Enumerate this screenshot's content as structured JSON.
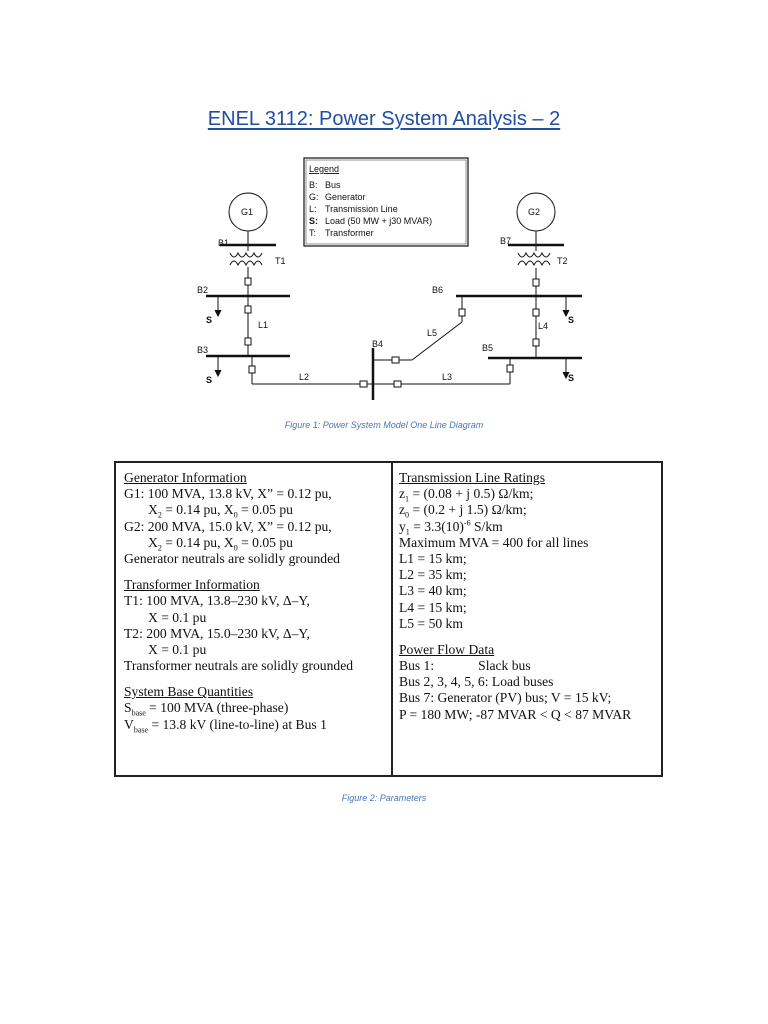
{
  "title": "ENEL 3112: Power System Analysis – 2",
  "figure1": {
    "caption": "Figure 1: Power System Model One Line Diagram",
    "legend": {
      "heading": "Legend",
      "items": [
        {
          "key": "B:",
          "text": "Bus"
        },
        {
          "key": "G:",
          "text": "Generator"
        },
        {
          "key": "L:",
          "text": "Transmission Line"
        },
        {
          "key": "S:",
          "text": "Load (50 MW + j30 MVAR)"
        },
        {
          "key": "T:",
          "text": "Transformer"
        }
      ]
    },
    "labels": {
      "g1": "G1",
      "g2": "G2",
      "b1": "B1",
      "b2": "B2",
      "b3": "B3",
      "b4": "B4",
      "b5": "B5",
      "b6": "B6",
      "b7": "B7",
      "t1": "T1",
      "t2": "T2",
      "l1": "L1",
      "l2": "L2",
      "l3": "L3",
      "l4": "L4",
      "l5": "L5",
      "s": "S"
    }
  },
  "figure2": {
    "caption": "Figure 2: Parameters",
    "gen": {
      "heading": "Generator Information",
      "g1a": "G1: 100 MVA, 13.8 kV, X” = 0.12 pu,",
      "g1b_x2": "X",
      "g1b_x2sub": "2",
      "g1b_x2val": " = 0.14 pu, X",
      "g1b_x0sub": "0",
      "g1b_x0val": " = 0.05 pu",
      "g2a": "G2: 200 MVA, 15.0 kV, X” = 0.12 pu,",
      "g2b_x2": "X",
      "g2b_x2sub": "2",
      "g2b_x2val": " = 0.14 pu, X",
      "g2b_x0sub": "0",
      "g2b_x0val": " = 0.05 pu",
      "neutral": "Generator neutrals are solidly grounded"
    },
    "xfmr": {
      "heading": "Transformer Information",
      "t1a": "T1: 100 MVA, 13.8–230 kV, Δ–Y,",
      "t1b": "X = 0.1 pu",
      "t2a": "T2: 200 MVA, 15.0–230 kV, Δ–Y,",
      "t2b": "X = 0.1 pu",
      "neutral": "Transformer neutrals are solidly grounded"
    },
    "base": {
      "heading": "System Base Quantities",
      "s_sym": "S",
      "s_sub": "base",
      "s_val": " = 100 MVA (three-phase)",
      "v_sym": "V",
      "v_sub": "base",
      "v_val": " = 13.8 kV (line-to-line) at Bus 1"
    },
    "lines": {
      "heading": "Transmission Line Ratings",
      "z1_sym": "z",
      "z1_sub": "1",
      "z1_val": " = (0.08 + j 0.5) Ω/km;",
      "z0_sym": "z",
      "z0_sub": "0",
      "z0_val": " = (0.2 + j 1.5) Ω/km;",
      "y1_sym": "y",
      "y1_sub": "1",
      "y1_val": " = 3.3(10)",
      "y1_sup": "-6",
      "y1_unit": " S/km",
      "maxmva": "Maximum MVA = 400 for all lines",
      "l1": "L1 = 15 km;",
      "l2": "L2 = 35 km;",
      "l3": "L3 = 40 km;",
      "l4": "L4 = 15 km;",
      "l5": "L5 = 50 km"
    },
    "flow": {
      "heading": "Power Flow Data",
      "bus1_label": "Bus 1:",
      "bus1_value": "Slack bus",
      "load": "Bus 2, 3, 4, 5, 6: Load buses",
      "gen": "Bus 7: Generator (PV) bus; V = 15 kV;",
      "limits": "P = 180 MW; -87 MVAR < Q < 87 MVAR"
    }
  }
}
